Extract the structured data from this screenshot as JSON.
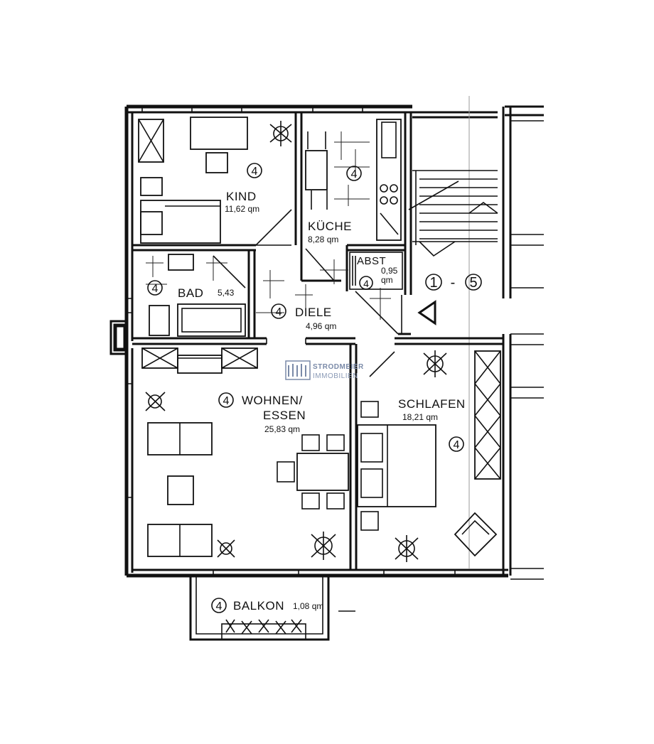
{
  "rooms": [
    {
      "id": "kind",
      "name": "KIND",
      "area": "11,62 qm",
      "level": "4"
    },
    {
      "id": "kueche",
      "name": "KÜCHE",
      "area": "8,28 qm",
      "level": "4"
    },
    {
      "id": "abst",
      "name": "ABST",
      "area_line1": "0,95",
      "area_line2": "qm",
      "level": "4"
    },
    {
      "id": "bad",
      "name": "BAD",
      "area": "5,43",
      "level": "4"
    },
    {
      "id": "diele",
      "name": "DIELE",
      "area": "4,96 qm",
      "level": "4"
    },
    {
      "id": "wohnen",
      "name_line1": "WOHNEN/",
      "name_line2": "ESSEN",
      "area": "25,83 qm",
      "level": "4"
    },
    {
      "id": "schlafen",
      "name": "SCHLAFEN",
      "area": "18,21 qm",
      "level": "4"
    },
    {
      "id": "balkon",
      "name": "BALKON",
      "area": "1,08 qm",
      "level": "4"
    }
  ],
  "stairwell": {
    "from": "1",
    "to": "5",
    "separator": "-"
  },
  "watermark": {
    "line1": "STRODMEIER",
    "line2": "IMMOBILIEN"
  }
}
